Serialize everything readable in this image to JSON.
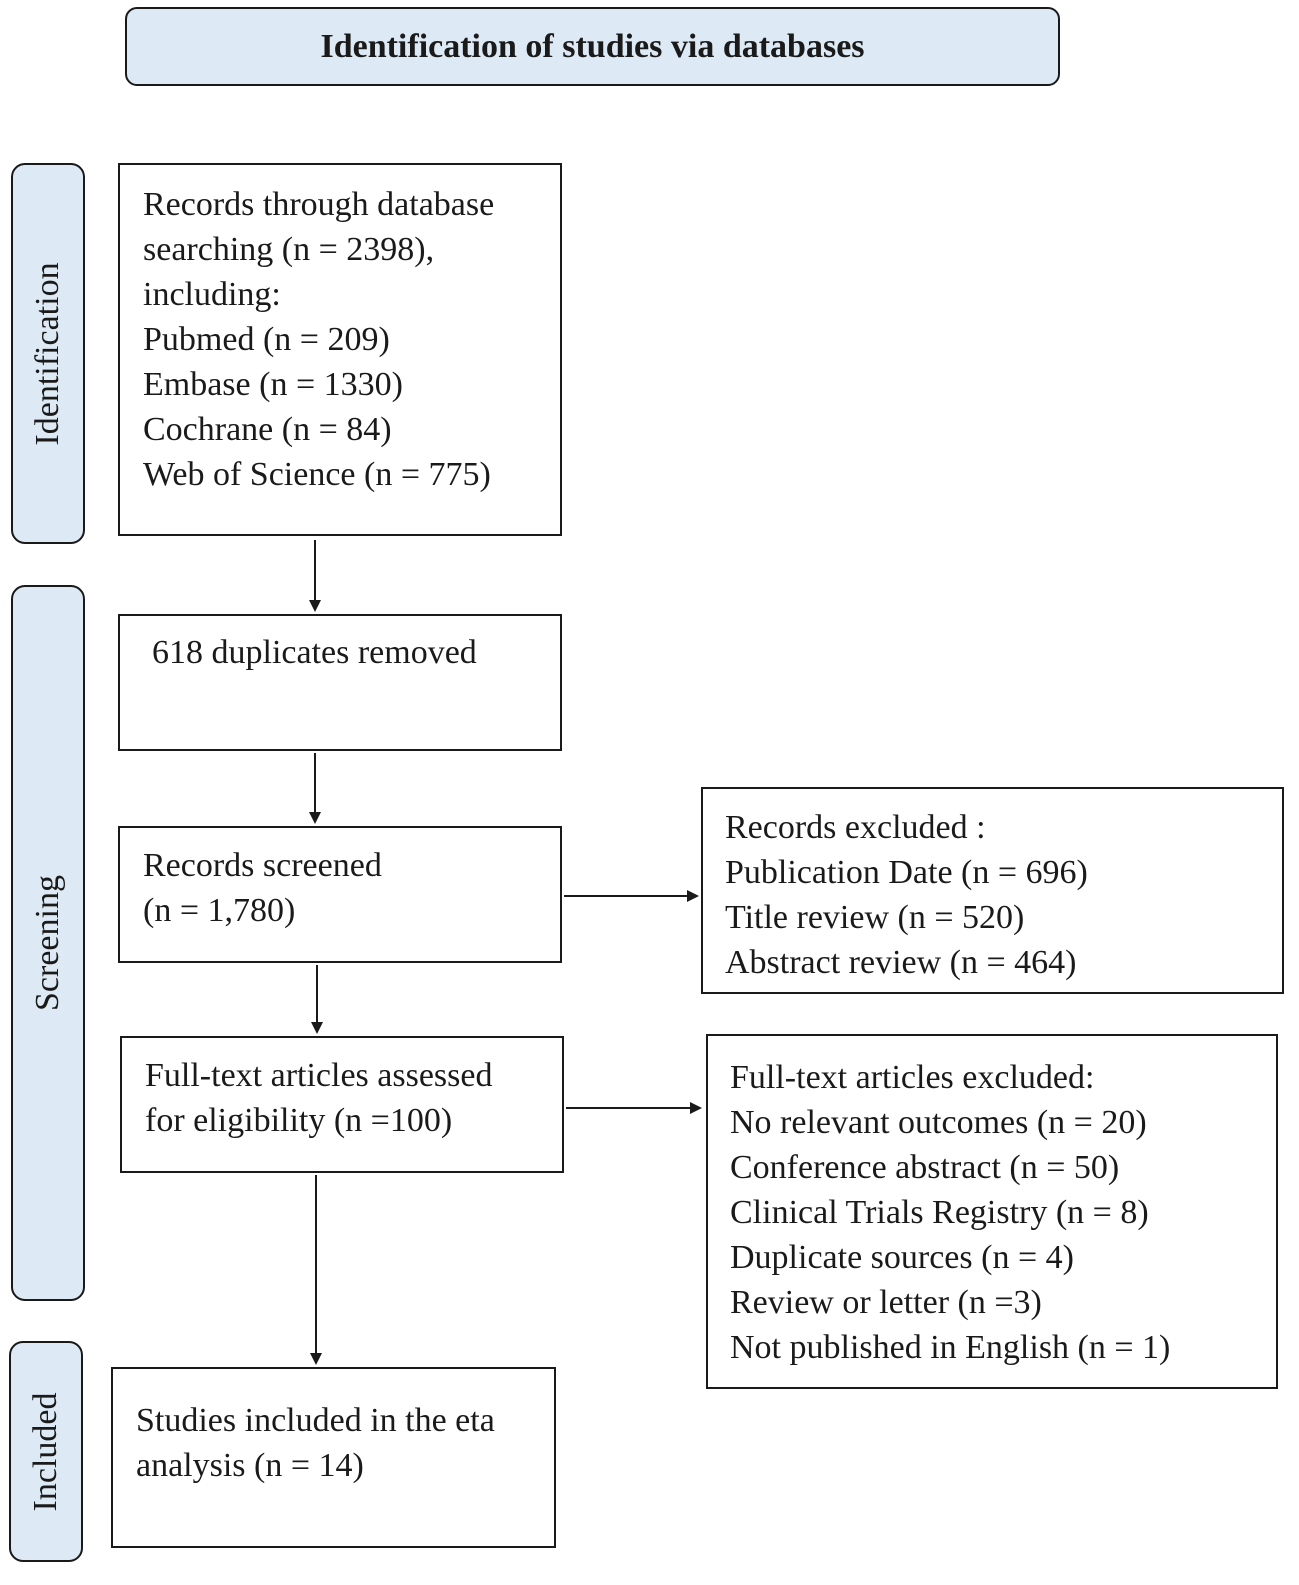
{
  "header": {
    "title": "Identification of studies via databases"
  },
  "phases": {
    "identification": "Identification",
    "screening": "Screening",
    "included": "Included"
  },
  "boxes": {
    "records_search": {
      "lines": [
        "Records through database",
        "searching (n = 2398),",
        "including:",
        "Pubmed (n = 209)",
        "Embase (n = 1330)",
        "Cochrane (n = 84)",
        "Web of Science (n = 775)"
      ]
    },
    "duplicates": {
      "lines": [
        "618 duplicates removed"
      ]
    },
    "screened": {
      "lines": [
        "Records screened",
        "(n = 1,780)"
      ]
    },
    "excluded_records": {
      "lines": [
        "Records excluded :",
        "Publication Date (n = 696)",
        "Title review (n = 520)",
        "Abstract review (n = 464)"
      ]
    },
    "fulltext": {
      "lines": [
        "Full-text articles assessed",
        "for eligibility (n =100)"
      ]
    },
    "excluded_fulltext": {
      "lines": [
        "Full-text articles excluded:",
        "No relevant outcomes  (n = 20)",
        "Conference abstract (n = 50)",
        "Clinical Trials Registry  (n = 8)",
        "Duplicate sources (n = 4)",
        "Review or letter (n =3)",
        "Not published in English (n = 1)"
      ]
    },
    "included": {
      "lines": [
        "Studies included in the eta",
        "analysis (n = 14)"
      ]
    }
  }
}
